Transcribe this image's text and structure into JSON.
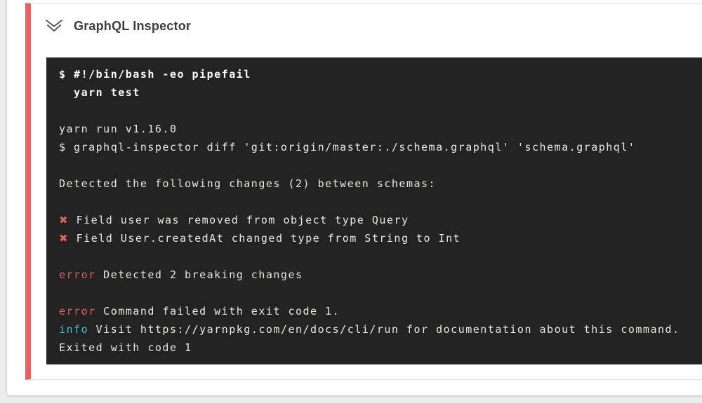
{
  "page": {
    "background": "#ededed"
  },
  "card": {
    "accent_color": "#ee5f5f",
    "header": {
      "title": "GraphQL Inspector",
      "collapse_icon": "chevron-double-down-icon"
    }
  },
  "terminal": {
    "background": "#232323",
    "text_color": "#e9e8e4",
    "bold_color": "#ffffff",
    "error_color": "#e2605c",
    "info_color": "#3ec1d3",
    "lines": [
      {
        "segments": [
          {
            "type": "bold",
            "text": "$ #!/bin/bash -eo pipefail"
          }
        ]
      },
      {
        "segments": [
          {
            "type": "bold",
            "text": "  yarn test"
          }
        ]
      },
      {
        "segments": []
      },
      {
        "segments": [
          {
            "type": "plain",
            "text": "yarn run v1.16.0"
          }
        ]
      },
      {
        "segments": [
          {
            "type": "plain",
            "text": "$ graphql-inspector diff 'git:origin/master:./schema.graphql' 'schema.graphql'"
          }
        ]
      },
      {
        "segments": []
      },
      {
        "segments": [
          {
            "type": "plain",
            "text": "Detected the following changes (2) between schemas:"
          }
        ]
      },
      {
        "segments": []
      },
      {
        "segments": [
          {
            "type": "cross",
            "text": "✖"
          },
          {
            "type": "plain",
            "text": " Field user was removed from object type Query"
          }
        ]
      },
      {
        "segments": [
          {
            "type": "cross",
            "text": "✖"
          },
          {
            "type": "plain",
            "text": " Field User.createdAt changed type from String to Int"
          }
        ]
      },
      {
        "segments": []
      },
      {
        "segments": [
          {
            "type": "error",
            "text": "error"
          },
          {
            "type": "plain",
            "text": " Detected 2 breaking changes"
          }
        ]
      },
      {
        "segments": []
      },
      {
        "segments": [
          {
            "type": "error",
            "text": "error"
          },
          {
            "type": "plain",
            "text": " Command failed with exit code 1."
          }
        ]
      },
      {
        "segments": [
          {
            "type": "info",
            "text": "info"
          },
          {
            "type": "plain",
            "text": " Visit https://yarnpkg.com/en/docs/cli/run for documentation about this command."
          }
        ]
      },
      {
        "segments": [
          {
            "type": "plain",
            "text": "Exited with code 1"
          }
        ]
      }
    ]
  }
}
